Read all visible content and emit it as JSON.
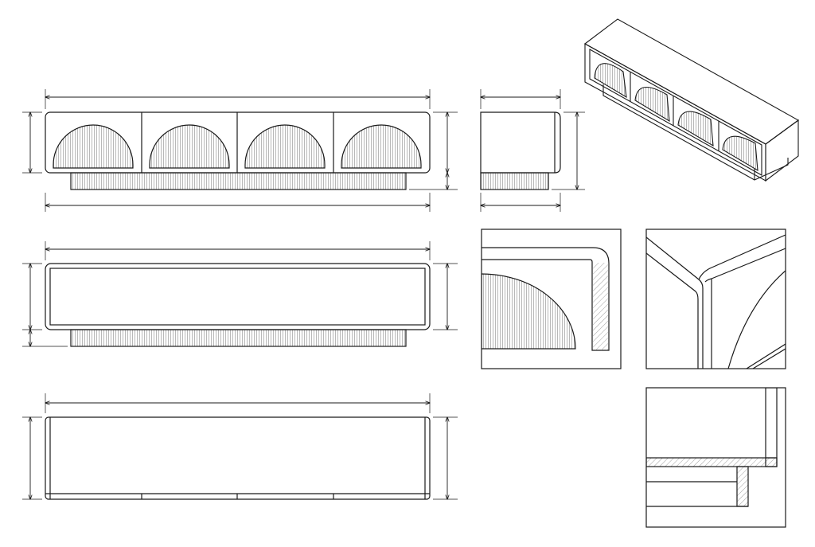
{
  "drawing": {
    "background": "#ffffff",
    "line_color": "#1a1a1a",
    "views": [
      "front-elevation",
      "side-elevation",
      "isometric-view",
      "rear-elevation",
      "top-plan",
      "detail-door-corner",
      "detail-iso-corner",
      "detail-plinth-section"
    ],
    "front_panels": 4,
    "door_pattern": "fluted-semicircle",
    "dimension_lines": "unlabeled"
  }
}
